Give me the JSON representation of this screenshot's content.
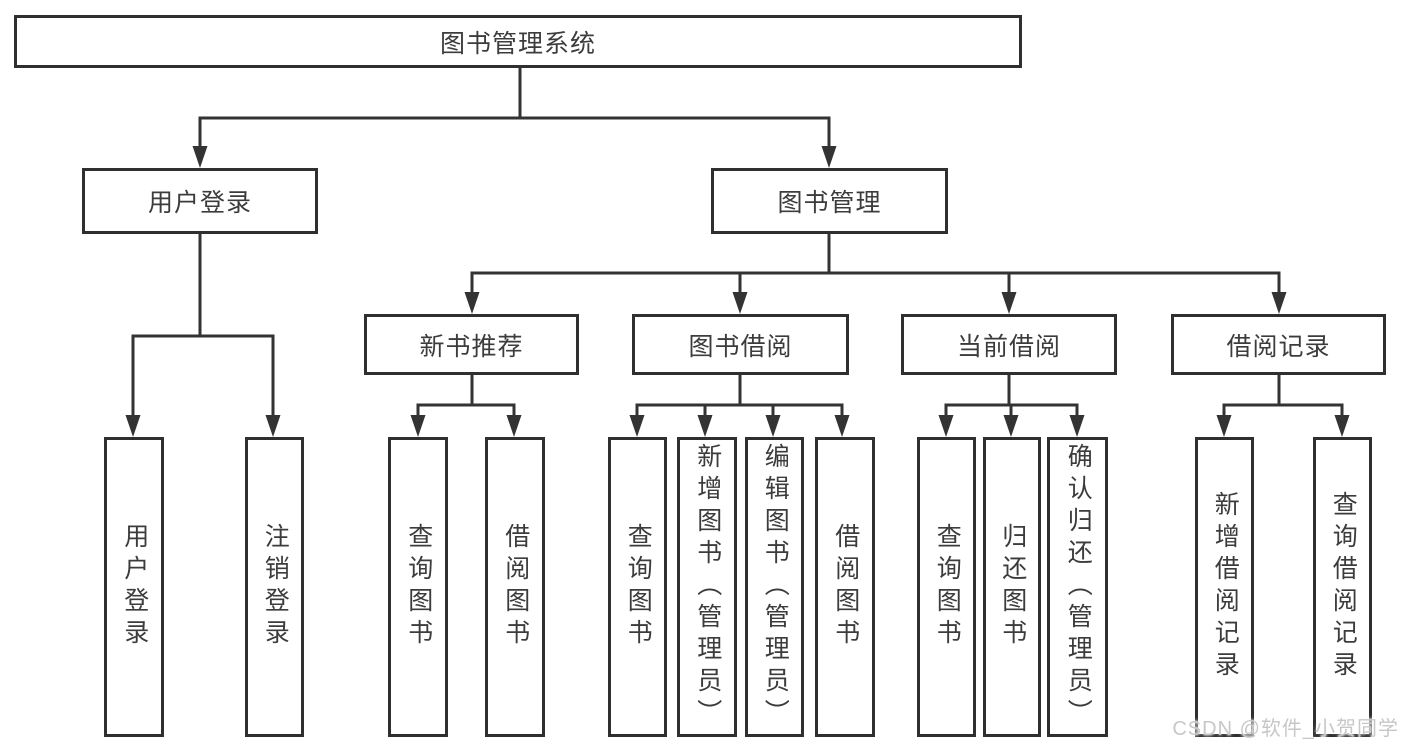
{
  "nodes": {
    "root": "图书管理系统",
    "user_login": "用户登录",
    "book_mgmt": "图书管理",
    "new_book_rec": "新书推荐",
    "book_borrow": "图书借阅",
    "current_borrow": "当前借阅",
    "borrow_records": "借阅记录",
    "leaf_user_login": "用户登录",
    "leaf_logout": "注销登录",
    "leaf_rec_query_book": "查询图书",
    "leaf_rec_borrow_book": "借阅图书",
    "leaf_bor_query_book": "查询图书",
    "leaf_bor_add_book": "新增图书（管理员）",
    "leaf_bor_edit_book": "编辑图书（管理员）",
    "leaf_bor_borrow_book": "借阅图书",
    "leaf_cur_query_book": "查询图书",
    "leaf_cur_return_book": "归还图书",
    "leaf_cur_confirm_return": "确认归还（管理员）",
    "leaf_brec_add_record": "新增借阅记录",
    "leaf_brec_query_record": "查询借阅记录"
  },
  "watermark": "CSDN @软件_小贺同学",
  "colors": {
    "line": "#333333",
    "box_border": "#2f2f2f",
    "text": "#3c3c3c",
    "watermark": "#c7c7c7",
    "background": "#ffffff"
  }
}
